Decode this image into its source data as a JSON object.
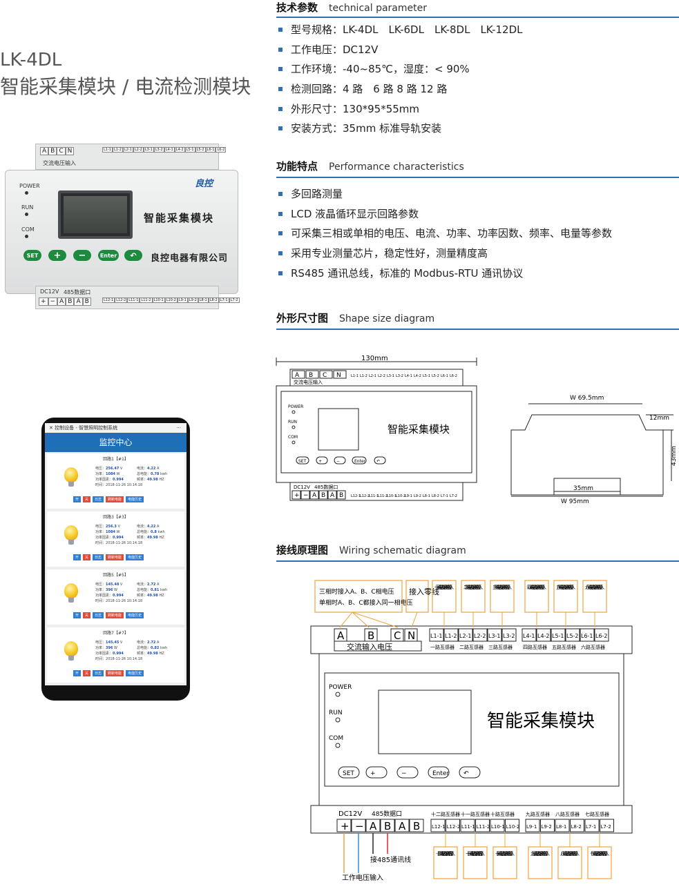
{
  "header": {
    "model": "LK-4DL",
    "subtitle": "智能采集模块 / 电流检测模块"
  },
  "sections": {
    "tech": {
      "zh": "技术参数",
      "en": "technical parameter"
    },
    "features": {
      "zh": "功能特点",
      "en": "Performance characteristics"
    },
    "shape": {
      "zh": "外形尺寸图",
      "en": "Shape size diagram"
    },
    "wiring": {
      "zh": "接线原理图",
      "en": "Wiring schematic diagram"
    }
  },
  "tech_items": [
    "型号规格：LK-4DL　LK-6DL　LK-8DL　LK-12DL",
    "工作电压：DC12V",
    "工作环境：-40~85℃，湿度：< 90%",
    "检测回路：4 路　6 路 8 路 12 路",
    "外形尺寸：130*95*55mm",
    "安装方式：35mm 标准导轨安装"
  ],
  "feature_items": [
    "多回路测量",
    "LCD 液晶循环显示回路参数",
    "可采集三相或单相的电压、电流、功率、功率因数、频率、电量等参数",
    "采用专业测量芯片，稳定性好，测量精度高",
    "RS485 通讯总线，标准的 Modbus-RTU 通讯协议"
  ],
  "device": {
    "name": "智能采集模块",
    "company": "良控电器有限公司",
    "brand": "良控",
    "led_power": "POWER",
    "led_run": "RUN",
    "led_com": "COM",
    "btn_set": "SET",
    "btn_plus": "+",
    "btn_minus": "−",
    "btn_enter": "Enter",
    "btn_back": "↶",
    "top_terms": [
      "A",
      "B",
      "C",
      "N"
    ],
    "top_terms_label": "交流电压输入",
    "top_l_terms": [
      "L1-1",
      "L1-2",
      "L2-1",
      "L2-2",
      "L3-1",
      "L3-2",
      "L4-1",
      "L4-2",
      "L5-1",
      "L5-2",
      "L6-1",
      "L6-2"
    ],
    "top_l_labels": [
      "一路互感器",
      "二路互感器",
      "三路互感器",
      "四路互感器",
      "五路互感器",
      "六路互感器"
    ],
    "bot_head": [
      "DC12V",
      "485数据口"
    ],
    "bot_terms": [
      "+",
      "−",
      "A",
      "B",
      "A",
      "B"
    ],
    "bot_l_terms": [
      "L12-1",
      "L12-2",
      "L11-1",
      "L11-2",
      "L10-1",
      "L10-2",
      "L9-1",
      "L9-2",
      "L8-1",
      "L8-2",
      "L7-1",
      "L7-2"
    ],
    "bot_l_labels": [
      "十二路互感器",
      "十一路互感器",
      "十路互感器",
      "九路互感器",
      "八路互感器",
      "七路互感器"
    ]
  },
  "phone": {
    "top_bar": "控制设备 - 智慧照明控制系统",
    "top_menu": "···",
    "title": "监控中心",
    "buttons": [
      "开",
      "关",
      "日志",
      "刷新电能",
      "电能历史"
    ],
    "labels": {
      "voltage": "电压：",
      "current": "电流：",
      "power": "功率：",
      "energy": "总电能：",
      "pf": "功率因素：",
      "freq": "频率：",
      "time": "时间："
    },
    "cards": [
      {
        "title": "回路1【#1】",
        "voltage": "256.47",
        "current": "4.22",
        "power": "1084",
        "energy": "0.78",
        "pf": "0.994",
        "freq": "49.98",
        "time": "2018-11-26 10:14:18"
      },
      {
        "title": "回路3【#3】",
        "voltage": "256.3",
        "current": "4.22",
        "power": "1084",
        "energy": "0.8",
        "pf": "0.994",
        "freq": "49.98",
        "time": "2018-11-26 10:14:18"
      },
      {
        "title": "回路5【#5】",
        "voltage": "145.48",
        "current": "2.72",
        "power": "396",
        "energy": "0.81",
        "pf": "0.994",
        "freq": "49.98",
        "time": "2018-11-26 10:14:18"
      },
      {
        "title": "回路7【#7】",
        "voltage": "145.45",
        "current": "2.72",
        "power": "396",
        "energy": "0.82",
        "pf": "0.994",
        "freq": "49.98",
        "time": "2018-11-26 10:14:18"
      }
    ],
    "units": {
      "v": "V",
      "a": "A",
      "w": "W",
      "kwh": "kwh",
      "hz": "HZ"
    }
  },
  "shape_diagram": {
    "width_label": "130mm",
    "module_name": "智能采集模块",
    "side_w1": "W  69.5mm",
    "side_h1": "12mm",
    "side_h2": "43mm",
    "side_w2": "35mm",
    "side_w3": "W  95mm"
  },
  "wiring": {
    "module_name": "智能采集模块",
    "note_line1": "三相时接入A、B、C相电压",
    "note_line2": "单相时A、B、C都接入同一相电压",
    "note_zero": "接入零线",
    "top_callouts": [
      "一回路电流互感器导线接入",
      "二回路电流互感器导线接入",
      "三回路电流互感器导线接入",
      "四回路电流互感器导线接入",
      "五回路电流互感器导线接入",
      "六回路电流互感器导线接入"
    ],
    "bot_callouts": [
      "十二回路电流互感器导线接入",
      "十一回路电流互感器导线接入",
      "十回路电流互感器导线接入",
      "九回路电流互感器导线接入",
      "八回路电流互感器导线接入",
      "七回路电流互感器导线接入"
    ],
    "power_label": "工作电压输入",
    "rs485_label": "接485通讯线",
    "ac_label": "交流输入电压",
    "colors": {
      "callout_border": "#f0a23a",
      "red_wire": "#e0282e",
      "blue_wire": "#2f8fe0",
      "orange_wire": "#f0a23a",
      "accent": "#2e6fb5"
    }
  }
}
